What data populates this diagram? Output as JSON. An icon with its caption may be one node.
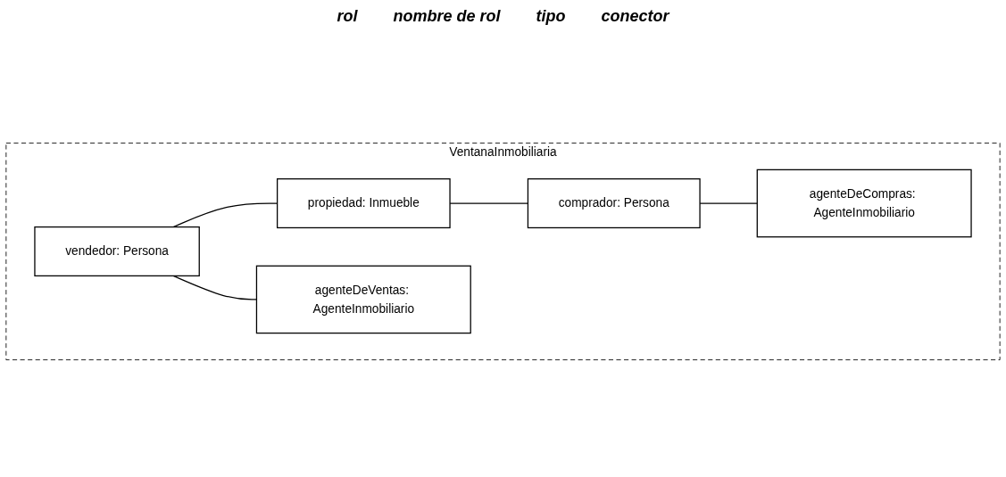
{
  "diagram": {
    "nodes": [
      {
        "text": [
          "VentanaInmobiliaria"
        ]
      },
      {
        "text": [
          "vendedor: Persona"
        ],
        "in": 0
      },
      {
        "text": [
          "propiedad: Inmueble"
        ],
        "in": 0
      },
      {
        "text": [
          "comprador: Persona"
        ],
        "in": 0
      },
      {
        "text": [
          "agenteDeVentas: AgenteInmobiliario"
        ],
        "in": 0
      },
      {
        "text": [
          "agenteDeCompras: AgenteInmobiliario"
        ],
        "in": 0
      }
    ],
    "edges": [
      {
        "from": 1,
        "to": 2,
        "arrow": "none"
      },
      {
        "from": 2,
        "to": 3,
        "arrow": "none"
      },
      {
        "from": 1,
        "to": 4,
        "arrow": "none"
      },
      {
        "from": 3,
        "to": 5,
        "arrow": "none"
      }
    ],
    "labels": [
      "rol",
      "nombre de rol",
      "tipo",
      "conector"
    ]
  }
}
